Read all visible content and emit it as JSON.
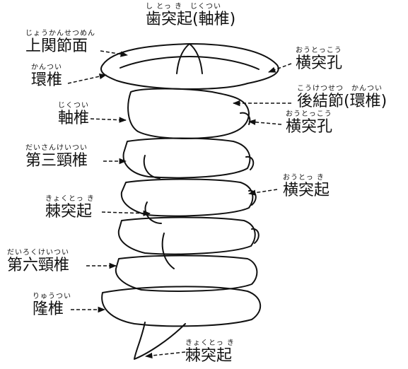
{
  "labels": {
    "dens": {
      "ruby": "し とっ き　じくつい",
      "text": "歯突起(軸椎)"
    },
    "superior_facet": {
      "ruby": "じょうかんせつめん",
      "text": "上関節面"
    },
    "transverse_foramen_atlas": {
      "ruby": "おうとっこう",
      "text": "横突孔"
    },
    "atlas": {
      "ruby": "かんつい",
      "text": "環椎"
    },
    "posterior_tubercle": {
      "ruby": "こうけつせつ　かんつい",
      "text": "後結節(環椎)"
    },
    "axis": {
      "ruby": "じくつい",
      "text": "軸椎"
    },
    "transverse_foramen_axis": {
      "ruby": "おうとっこう",
      "text": "横突孔"
    },
    "c3": {
      "ruby": "だいさんけいつい",
      "text": "第三頸椎"
    },
    "transverse_process": {
      "ruby": "おうとっ き",
      "text": "横突起"
    },
    "spinous_process": {
      "ruby": "きょくとっ き",
      "text": "棘突起"
    },
    "c6": {
      "ruby": "だいろくけいつい",
      "text": "第六頸椎"
    },
    "c7": {
      "ruby": "りゅうつい",
      "text": "隆椎"
    },
    "spinous_process_c7": {
      "ruby": "きょくとっ き",
      "text": "棘突起"
    }
  },
  "colors": {
    "ink": "#111111",
    "paper": "#ffffff"
  }
}
